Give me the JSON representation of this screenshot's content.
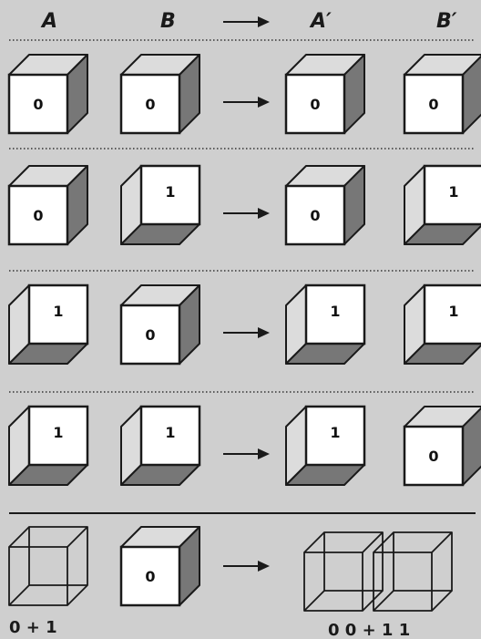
{
  "headers": [
    "A",
    "B",
    "A′",
    "B′"
  ],
  "rows": [
    {
      "A": "0",
      "B": "0",
      "A_prime": "0",
      "B_prime": "0"
    },
    {
      "A": "0",
      "B": "1",
      "A_prime": "0",
      "B_prime": "1"
    },
    {
      "A": "1",
      "B": "0",
      "A_prime": "1",
      "B_prime": "1"
    },
    {
      "A": "1",
      "B": "1",
      "A_prime": "1",
      "B_prime": "0"
    }
  ],
  "superposition_row": {
    "A": "0 + 1",
    "B": "0",
    "result": "0 0 + 1 1"
  },
  "colors": {
    "background": "#cfcfcf",
    "face_front": "#ffffff",
    "face_light": "#dcdcdc",
    "face_dark": "#777777",
    "stroke": "#1a1a1a"
  }
}
